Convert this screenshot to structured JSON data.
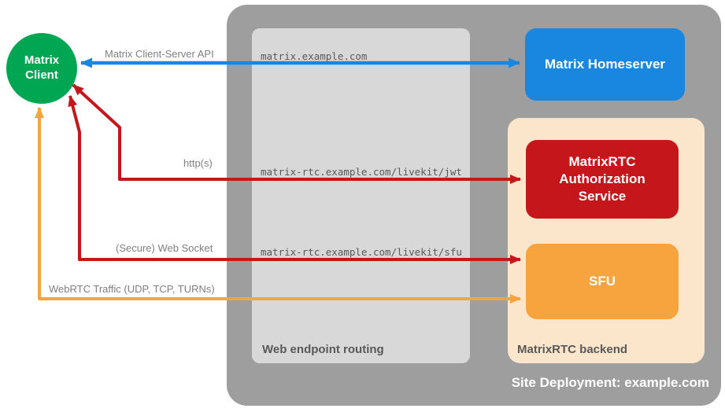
{
  "nodes": {
    "client": {
      "label": "Matrix Client",
      "color": "#00a651"
    },
    "homeserver": {
      "label": "Matrix Homeserver",
      "color": "#1986e0"
    },
    "auth_service": {
      "label": "MatrixRTC Authorization Service",
      "color": "#c5161c"
    },
    "sfu": {
      "label": "SFU",
      "color": "#f8a43e"
    }
  },
  "containers": {
    "site_deployment": {
      "label": "Site Deployment: example.com",
      "color": "#9e9e9e"
    },
    "web_endpoint_routing": {
      "label": "Web endpoint routing",
      "color": "#d8d8d8"
    },
    "matrixrtc_backend": {
      "label": "MatrixRTC backend",
      "color": "#fce6cb"
    }
  },
  "endpoints": {
    "homeserver": "matrix.example.com",
    "jwt": "matrix-rtc.example.com/livekit/jwt",
    "sfu": "matrix-rtc.example.com/livekit/sfu"
  },
  "arrows": {
    "client_server_api": {
      "label": "Matrix Client-Server API",
      "color": "#1986e0",
      "bidirectional": true
    },
    "https": {
      "label": "http(s)",
      "color": "#c5161c",
      "bidirectional": true
    },
    "web_socket": {
      "label": "(Secure) Web Socket",
      "color": "#c5161c",
      "bidirectional": true
    },
    "webrtc": {
      "label": "WebRTC Traffic (UDP, TCP, TURNs)",
      "color": "#f8a43e",
      "bidirectional": true
    }
  }
}
